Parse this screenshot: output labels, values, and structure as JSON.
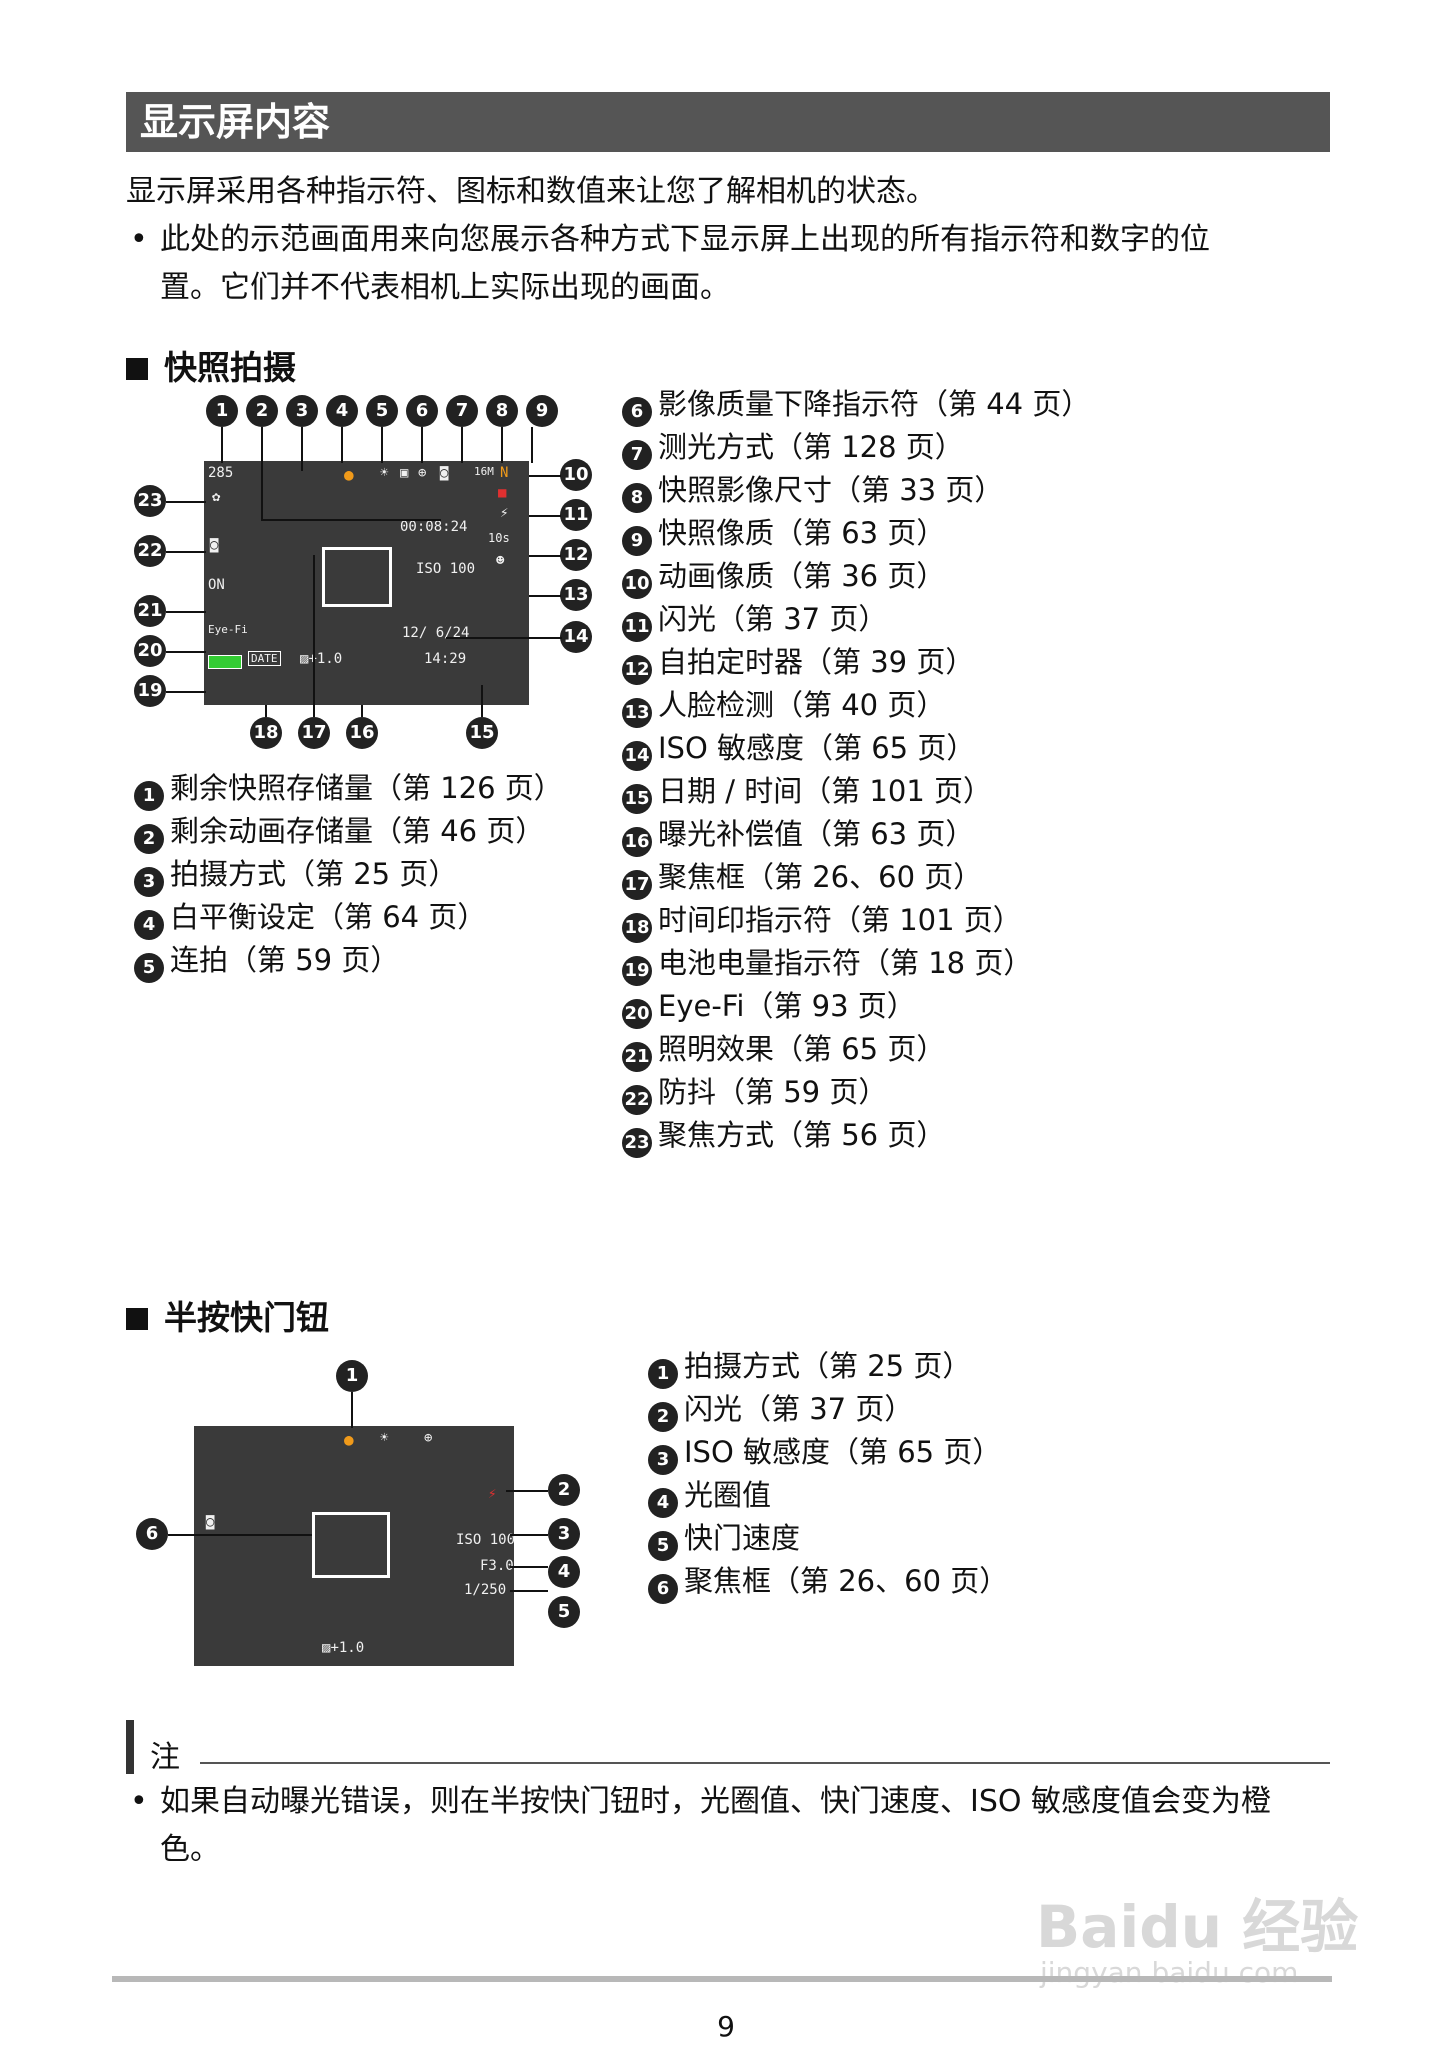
{
  "section_title": "显示屏内容",
  "intro": "显示屏采用各种指示符、图标和数值来让您了解相机的状态。",
  "intro_bullet_1": "此处的示范画面用来向您展示各种方式下显示屏上出现的所有指示符和数字的位",
  "intro_bullet_2": "置。它们并不代表相机上实际出现的画面。",
  "bullet_symbol": "•",
  "snapshot": {
    "heading": "快照拍摄",
    "screen": {
      "remaining": "285",
      "movie_time": "00:08:24",
      "iso": "ISO 100",
      "date": "12/ 6/24",
      "time": "14:29",
      "ev": "+1.0",
      "date_stamp": "DATE",
      "eyefi": "Eye-Fi",
      "light": "ON",
      "timer": "10s",
      "size": "16M",
      "quality": "N",
      "flash": "⚡",
      "camera": "●"
    },
    "callouts": [
      "1",
      "2",
      "3",
      "4",
      "5",
      "6",
      "7",
      "8",
      "9",
      "10",
      "11",
      "12",
      "13",
      "14",
      "15",
      "16",
      "17",
      "18",
      "19",
      "20",
      "21",
      "22",
      "23"
    ],
    "items_left": [
      {
        "n": "1",
        "text": "剩余快照存储量（第 126 页）"
      },
      {
        "n": "2",
        "text": "剩余动画存储量（第 46 页）"
      },
      {
        "n": "3",
        "text": "拍摄方式（第 25 页）"
      },
      {
        "n": "4",
        "text": "白平衡设定（第 64 页）"
      },
      {
        "n": "5",
        "text": "连拍（第 59 页）"
      }
    ],
    "items_right": [
      {
        "n": "6",
        "text": "影像质量下降指示符（第 44 页）"
      },
      {
        "n": "7",
        "text": "测光方式（第 128 页）"
      },
      {
        "n": "8",
        "text": "快照影像尺寸（第 33 页）"
      },
      {
        "n": "9",
        "text": "快照像质（第 63 页）"
      },
      {
        "n": "10",
        "text": "动画像质（第 36 页）"
      },
      {
        "n": "11",
        "text": "闪光（第 37 页）"
      },
      {
        "n": "12",
        "text": "自拍定时器（第 39 页）"
      },
      {
        "n": "13",
        "text": "人脸检测（第 40 页）"
      },
      {
        "n": "14",
        "text": "ISO 敏感度（第 65 页）"
      },
      {
        "n": "15",
        "text": "日期 / 时间（第 101 页）"
      },
      {
        "n": "16",
        "text": "曝光补偿值（第 63 页）"
      },
      {
        "n": "17",
        "text": "聚焦框（第 26、60 页）"
      },
      {
        "n": "18",
        "text": "时间印指示符（第 101 页）"
      },
      {
        "n": "19",
        "text": "电池电量指示符（第 18 页）"
      },
      {
        "n": "20",
        "text": "Eye-Fi（第 93 页）"
      },
      {
        "n": "21",
        "text": "照明效果（第 65 页）"
      },
      {
        "n": "22",
        "text": "防抖（第 59 页）"
      },
      {
        "n": "23",
        "text": "聚焦方式（第 56 页）"
      }
    ]
  },
  "half_press": {
    "heading": "半按快门钮",
    "screen": {
      "iso": "ISO 100",
      "aperture": "F3.0",
      "shutter": "1/250",
      "ev": "+1.0"
    },
    "callouts": [
      "1",
      "2",
      "3",
      "4",
      "5",
      "6"
    ],
    "items": [
      {
        "n": "1",
        "text": "拍摄方式（第 25 页）"
      },
      {
        "n": "2",
        "text": "闪光（第 37 页）"
      },
      {
        "n": "3",
        "text": "ISO 敏感度（第 65 页）"
      },
      {
        "n": "4",
        "text": "光圈值"
      },
      {
        "n": "5",
        "text": "快门速度"
      },
      {
        "n": "6",
        "text": "聚焦框（第 26、60 页）"
      }
    ]
  },
  "note": {
    "label": "注",
    "text_1": "如果自动曝光错误，则在半按快门钮时，光圈值、快门速度、ISO 敏感度值会变为橙",
    "text_2": "色。"
  },
  "watermark": {
    "brand": "Baidu 经验",
    "url": "jingyan.baidu.com"
  },
  "page_number": "9"
}
